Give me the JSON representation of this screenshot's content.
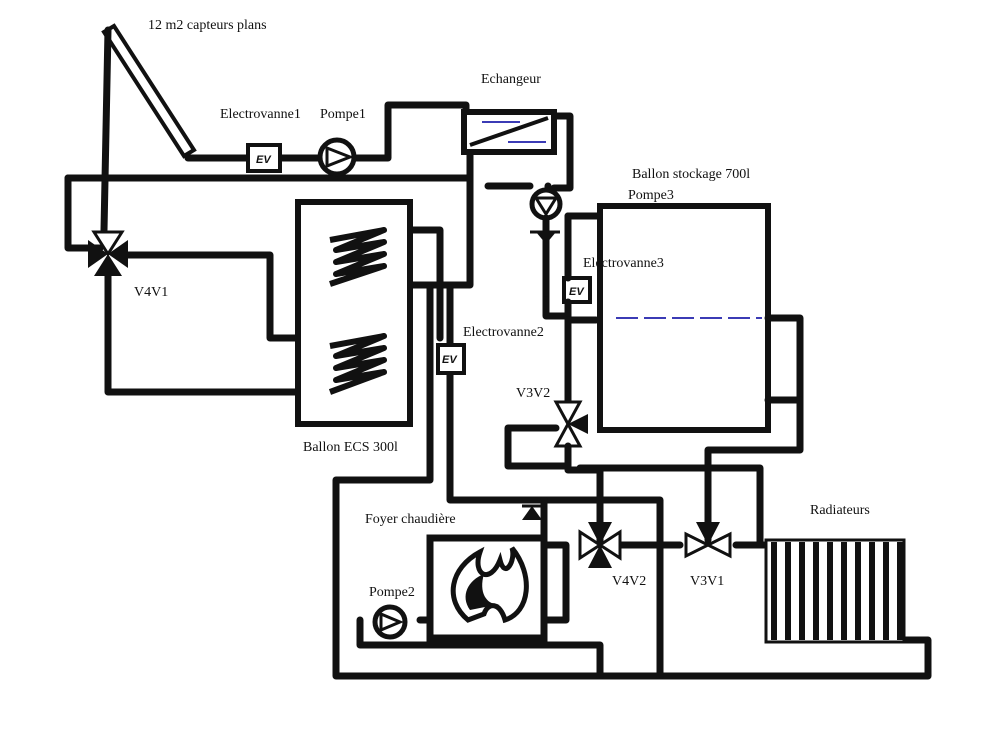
{
  "labels": {
    "collectors": "12 m2 capteurs plans",
    "valve1": "Electrovanne1",
    "pump1": "Pompe1",
    "exchanger": "Echangeur",
    "storage_tank": "Ballon stockage 700l",
    "pump3": "Pompe3",
    "valve3": "Electrovanne3",
    "v4v1": "V4V1",
    "valve2": "Electrovanne2",
    "dhw_tank": "Ballon ECS 300l",
    "v3v2": "V3V2",
    "boiler": "Foyer chaudière",
    "radiators": "Radiateurs",
    "pump2": "Pompe2",
    "v4v2": "V4V2",
    "v3v1": "V3V1",
    "ev_mark": "EV"
  },
  "colors": {
    "line": "#111111",
    "stratification_line": "#3b3bb5"
  }
}
